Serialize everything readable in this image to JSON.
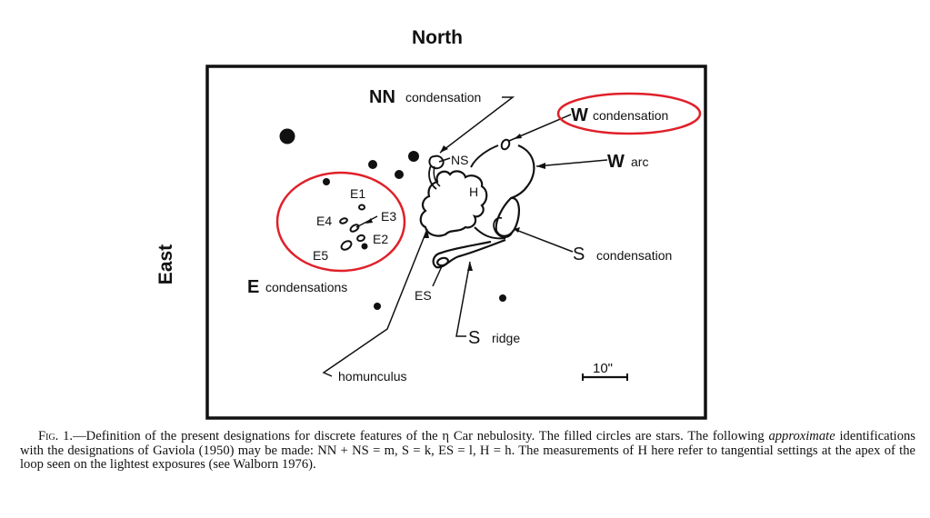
{
  "directions": {
    "north": "North",
    "east": "East"
  },
  "labels": {
    "nn_big": "NN",
    "nn_small": "condensation",
    "w_cond_big": "W",
    "w_cond_small": "condensation",
    "w_arc_big": "W",
    "w_arc_small": "arc",
    "ns": "NS",
    "h": "H",
    "e1": "E1",
    "e2": "E2",
    "e3": "E3",
    "e4": "E4",
    "e5": "E5",
    "e_cond_big": "E",
    "e_cond_small": "condensations",
    "es": "ES",
    "s_cond_big": "S",
    "s_cond_small": "condensation",
    "s_ridge_big": "S",
    "s_ridge_small": "ridge",
    "homunculus": "homunculus",
    "scale": "10\""
  },
  "highlight_color": "#e0202a",
  "caption": {
    "fig_label": "Fig. 1.",
    "part1": "—Definition of the present designations for discrete features of the η Car nebulosity. The filled circles are stars. The following ",
    "italic": "approximate",
    "part2": " identifications with the designations of Gaviola (1950) may be made: NN + NS = m, S = k, ES = l, H = h. The measurements of H here refer to tangential settings at the apex of the loop seen on the lightest exposures (see Walborn 1976)."
  }
}
